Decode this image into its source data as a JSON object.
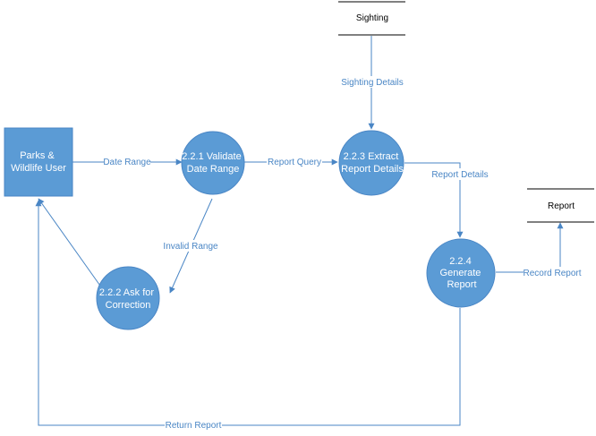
{
  "colors": {
    "node_fill": "#5b9bd5",
    "line": "#4a86c5",
    "store_line": "#000000"
  },
  "external_entity": {
    "lines": [
      "Parks &",
      "Wildlife User"
    ]
  },
  "processes": {
    "validate": {
      "lines": [
        "2.2.1 Validate",
        "Date Range"
      ]
    },
    "ask_correction": {
      "lines": [
        "2.2.2 Ask for",
        "Correction"
      ]
    },
    "extract": {
      "lines": [
        "2.2.3 Extract",
        "Report Details"
      ]
    },
    "generate": {
      "lines": [
        "2.2.4",
        "Generate",
        "Report"
      ]
    }
  },
  "data_stores": {
    "sighting": "Sighting",
    "report": "Report"
  },
  "flows": {
    "date_range": "Date Range",
    "report_query": "Report Query",
    "sighting_details": "Sighting Details",
    "report_details": "Report Details",
    "invalid_range": "Invalid Range",
    "record_report": "Record Report",
    "return_report": "Return Report"
  }
}
